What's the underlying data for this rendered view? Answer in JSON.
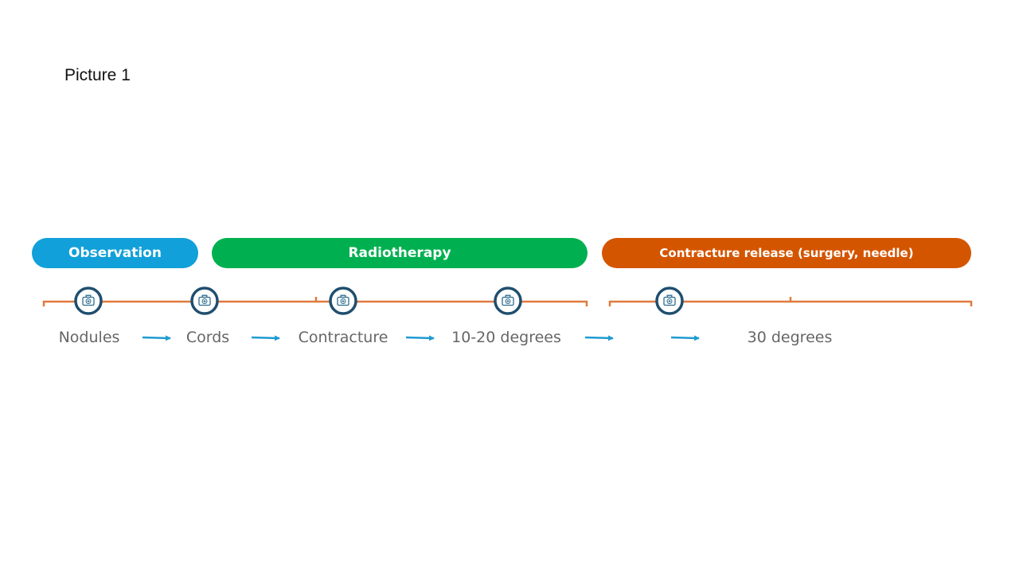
{
  "page": {
    "title": "Picture 1"
  },
  "phases": [
    {
      "label": "Observation",
      "color": "#11a0d9"
    },
    {
      "label": "Radiotherapy",
      "color": "#00b050"
    },
    {
      "label": "Contracture release (surgery, needle)",
      "color": "#d45500"
    }
  ],
  "stages": [
    {
      "label": "Nodules"
    },
    {
      "label": "Cords"
    },
    {
      "label": "Contracture"
    },
    {
      "label": "10-20 degrees"
    },
    {
      "label": "30 degrees"
    }
  ],
  "colors": {
    "bracket": "#e07a3e",
    "marker_ring": "#1f4e6e",
    "marker_icon": "#2e6e8e",
    "arrow": "#1f9bd1",
    "stage_text": "#666666"
  },
  "marker_icon": "medical-kit-icon",
  "arrow_icon": "right-arrow-icon"
}
